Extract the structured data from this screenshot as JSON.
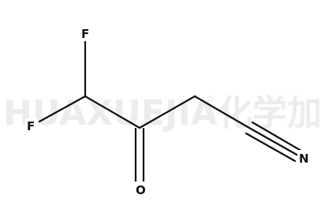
{
  "watermark": {
    "text": "HUAXUEJIA",
    "registered_mark": "®",
    "cjk_text": "化学加"
  },
  "molecule": {
    "atoms": {
      "F_top": "F",
      "F_left": "F",
      "O": "O",
      "N": "N"
    }
  }
}
